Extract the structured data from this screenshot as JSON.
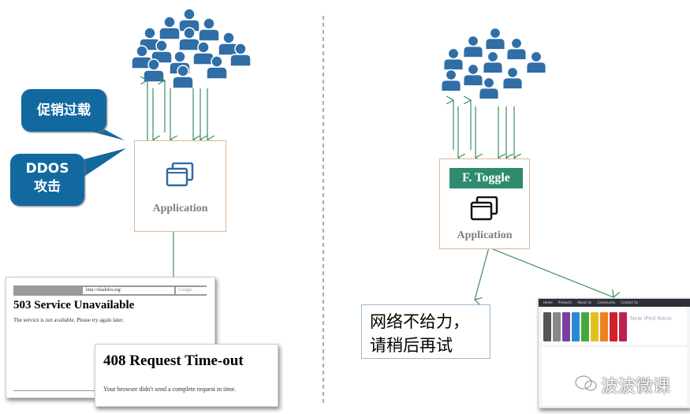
{
  "left": {
    "callout_promo": "促销过载",
    "callout_ddos_line1": "DDOS",
    "callout_ddos_line2": "攻击",
    "app_label": "Application",
    "error_503": {
      "url": "http://slashdot.org/",
      "search_placeholder": "Google",
      "title": "503 Service Unavailable",
      "body": "The service is not available. Please try again later."
    },
    "error_408": {
      "title": "408 Request Time-out",
      "body": "Your browser didn't send a complete request in time."
    }
  },
  "right": {
    "toggle_label": "F. Toggle",
    "app_label": "Application",
    "message_line1": "网络不给力，",
    "message_line2": "请稍后再试",
    "store_nav": [
      "Home",
      "Products",
      "About Us",
      "Community",
      "Contact Us"
    ],
    "store_hero_title": "New iPod Nano"
  },
  "watermark": "波波微课",
  "colors": {
    "crowd": "#2f6ea6",
    "arrow": "#3a8a6a",
    "callout": "#1269a0",
    "toggle": "#2e8b6f",
    "box_border": "#e0b898"
  }
}
